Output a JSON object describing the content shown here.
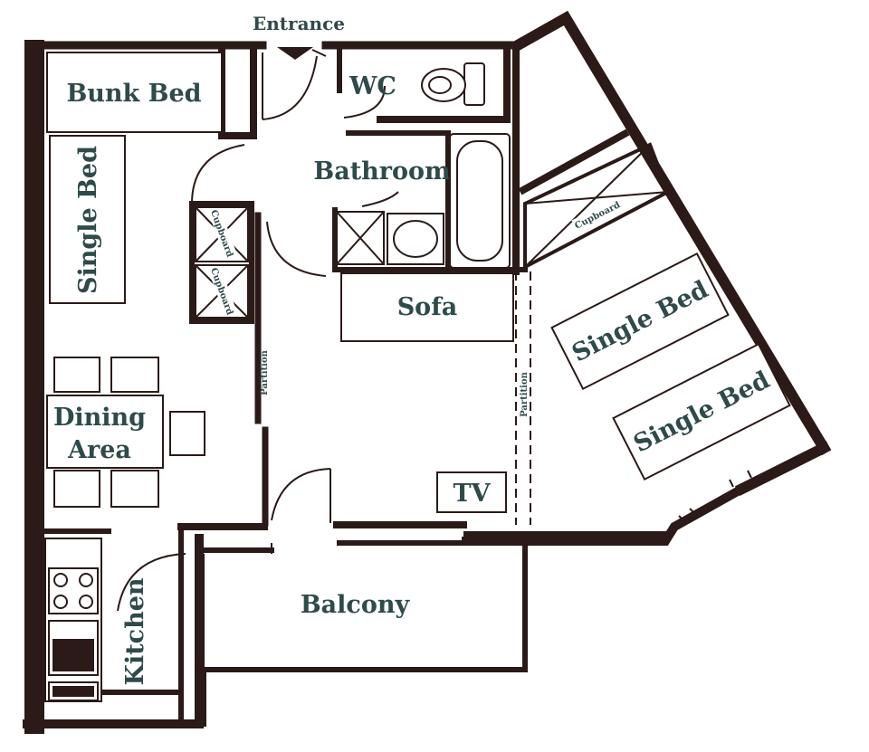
{
  "entrance": "Entrance",
  "rooms": {
    "bunk_bed": "Bunk Bed",
    "single_bed_left": "Single Bed",
    "wc": "WC",
    "bathroom": "Bathroom",
    "cupboard_1": "Cupboard",
    "cupboard_2": "Cupboard",
    "cupboard_3": "Cupboard",
    "sofa": "Sofa",
    "single_bed_right_1": "Single Bed",
    "single_bed_right_2": "Single Bed",
    "partition_left": "Partition",
    "partition_right": "Partition",
    "dining_line1": "Dining",
    "dining_line2": "Area",
    "tv": "TV",
    "balcony": "Balcony",
    "kitchen": "Kitchen"
  },
  "colors": {
    "wall": "#2b1a17",
    "label": "#2f4a4a",
    "background": "#ffffff"
  }
}
